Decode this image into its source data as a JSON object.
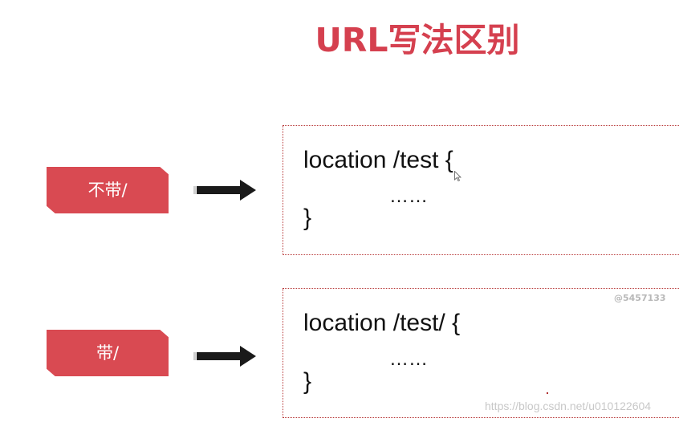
{
  "slide": {
    "title": "URL写法区别",
    "rows": [
      {
        "label": "不带/",
        "code": {
          "open": "location /test {",
          "body": "……",
          "close": "}"
        }
      },
      {
        "label": "带/",
        "code": {
          "open": "location /test/ {",
          "body": "……",
          "close": "}"
        }
      }
    ]
  },
  "watermarks": {
    "id": "@5457133",
    "url": "https://blog.csdn.net/u010122604"
  },
  "icons": {
    "arrow": "arrow-right-icon",
    "cursor": "mouse-cursor-icon"
  },
  "colors": {
    "accent_red": "#d94a52",
    "title_red": "#d5404f",
    "border_red": "#b83a3a",
    "arrow": "#1a1a1a"
  }
}
